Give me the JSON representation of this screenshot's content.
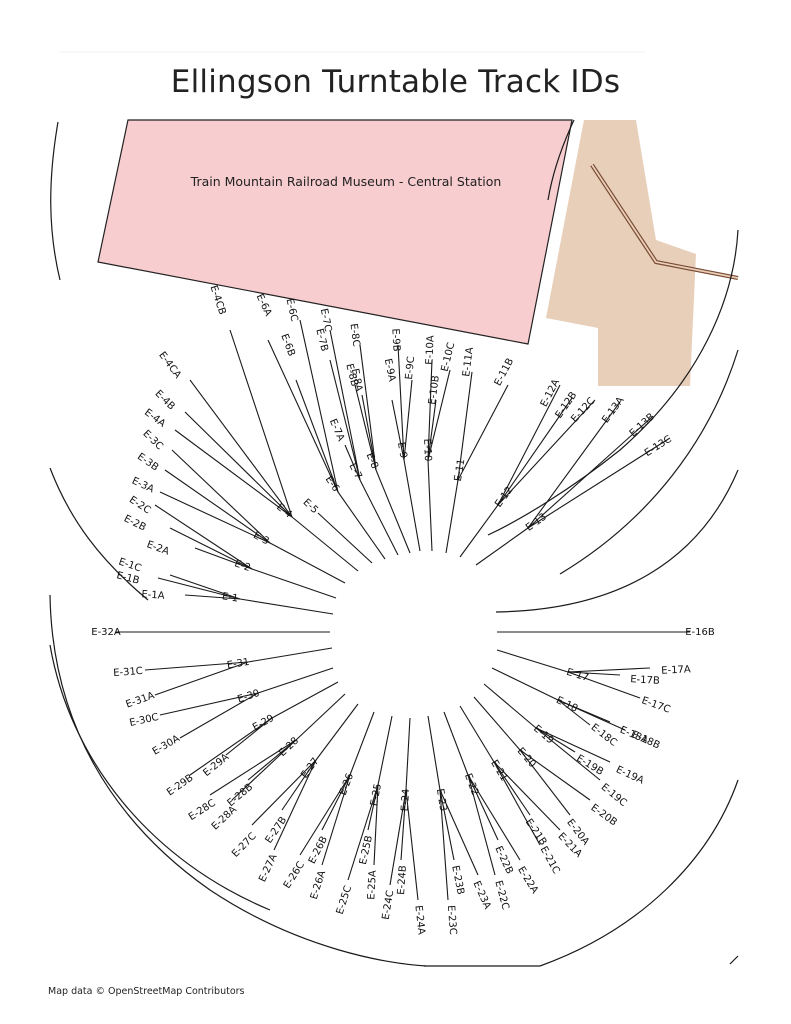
{
  "map": {
    "title": "Ellingson Turntable Track IDs",
    "attribution": "Map data © OpenStreetMap Contributors",
    "colors": {
      "building": "#f8cdd0",
      "landuse": "#e8cfba",
      "rail": "#7a4a32",
      "track": "#1a1a1a",
      "background": "#ffffff"
    },
    "building": {
      "name": "Train Mountain Railroad Museum - Central Station"
    },
    "tracks": [
      {
        "id": "E-1",
        "branches": [
          "E-1A",
          "E-1B",
          "E-1C"
        ]
      },
      {
        "id": "E-2",
        "branches": [
          "E-2A",
          "E-2B",
          "E-2C"
        ]
      },
      {
        "id": "E-3",
        "branches": [
          "E-3A",
          "E-3B",
          "E-3C"
        ]
      },
      {
        "id": "E-4",
        "branches": [
          "E-4A",
          "E-4B",
          "E-4CA",
          "E-4CB"
        ]
      },
      {
        "id": "E-5",
        "branches": []
      },
      {
        "id": "E-6",
        "branches": [
          "E-6A",
          "E-6B",
          "E-6C"
        ]
      },
      {
        "id": "E-7",
        "branches": [
          "E-7A",
          "E-7B",
          "E-7C"
        ]
      },
      {
        "id": "E-8",
        "branches": [
          "E-8A",
          "E-8B",
          "E-8C"
        ]
      },
      {
        "id": "E-9",
        "branches": [
          "E-9A",
          "E-9B",
          "E-9C"
        ]
      },
      {
        "id": "E-10",
        "branches": [
          "E-10A",
          "E-10B",
          "E-10C"
        ]
      },
      {
        "id": "E-11",
        "branches": [
          "E-11A",
          "E-11B"
        ]
      },
      {
        "id": "E-12",
        "branches": [
          "E-12A",
          "E-12B",
          "E-12C"
        ]
      },
      {
        "id": "E-13",
        "branches": [
          "E-13A",
          "E-13B",
          "E-13C"
        ]
      },
      {
        "id": "E-16B",
        "branches": []
      },
      {
        "id": "E-17",
        "branches": [
          "E-17A",
          "E-17B",
          "E-17C"
        ]
      },
      {
        "id": "E-18",
        "branches": [
          "E-18A",
          "E-18B",
          "E-18C"
        ]
      },
      {
        "id": "E-19",
        "branches": [
          "E-19A",
          "E-19B",
          "E-19C"
        ]
      },
      {
        "id": "E-20",
        "branches": [
          "E-20A",
          "E-20B"
        ]
      },
      {
        "id": "E-21",
        "branches": [
          "E-21A",
          "E-21B",
          "E-21C"
        ]
      },
      {
        "id": "E-22",
        "branches": [
          "E-22A",
          "E-22B",
          "E-22C"
        ]
      },
      {
        "id": "E-23",
        "branches": [
          "E-23A",
          "E-23B",
          "E-23C"
        ]
      },
      {
        "id": "E-24",
        "branches": [
          "E-24A",
          "E-24B",
          "E-24C"
        ]
      },
      {
        "id": "E-25",
        "branches": [
          "E-25A",
          "E-25B",
          "E-25C"
        ]
      },
      {
        "id": "E-26",
        "branches": [
          "E-26A",
          "E-26B",
          "E-26C"
        ]
      },
      {
        "id": "E-27",
        "branches": [
          "E-27A",
          "E-27B",
          "E-27C"
        ]
      },
      {
        "id": "E-28",
        "branches": [
          "E-28A",
          "E-28B",
          "E-28C"
        ]
      },
      {
        "id": "E-29",
        "branches": [
          "E-29A",
          "E-29B"
        ]
      },
      {
        "id": "E-30",
        "branches": [
          "E-30A",
          "E-30C"
        ]
      },
      {
        "id": "E-31",
        "branches": [
          "E-31A",
          "E-31C"
        ]
      },
      {
        "id": "E-32A",
        "branches": []
      }
    ]
  }
}
